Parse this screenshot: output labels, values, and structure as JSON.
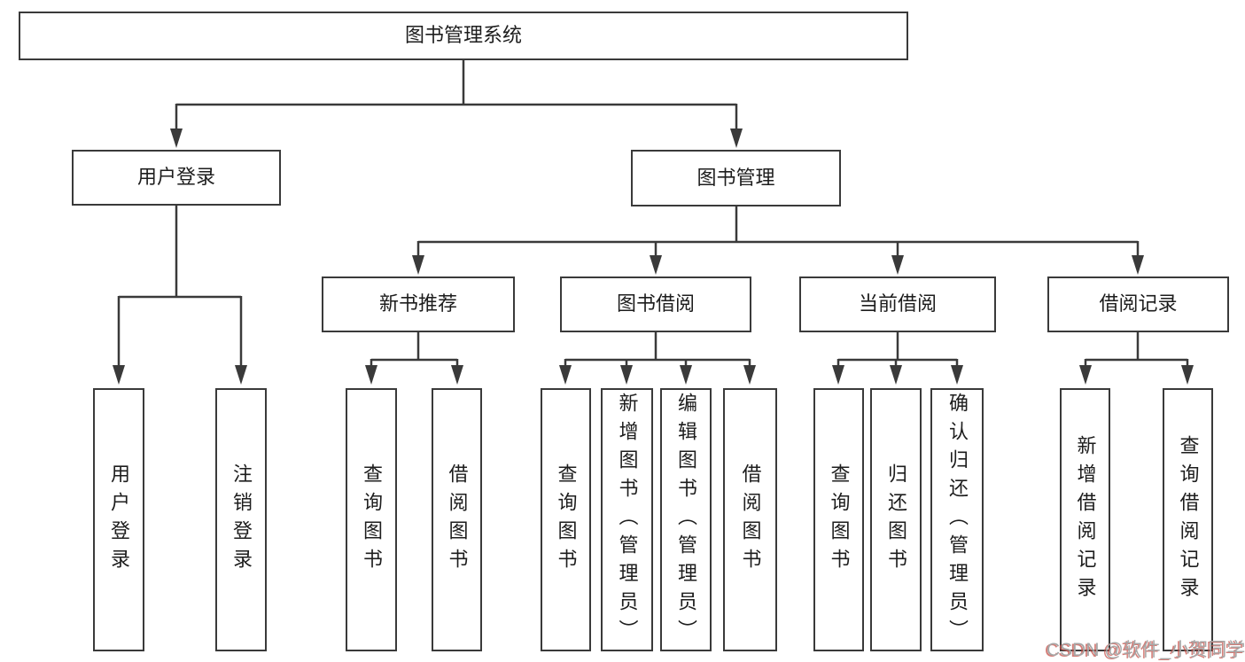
{
  "colors": {
    "line": "#3a3a3a",
    "text": "#1d1d1d",
    "background": "#ffffff",
    "watermark_gray": "#a6a6a6",
    "watermark_red": "#c5514a"
  },
  "watermark": {
    "text": "CSDN @软件_小贺同学"
  },
  "diagram": {
    "type": "hierarchy-tree",
    "root": {
      "id": "library-system",
      "label": "图书管理系统"
    },
    "branches": [
      {
        "id": "user-login",
        "label": "用户登录",
        "parent": "library-system"
      },
      {
        "id": "book-management",
        "label": "图书管理",
        "parent": "library-system"
      }
    ],
    "modules": [
      {
        "id": "new-book-recommend",
        "label": "新书推荐",
        "parent": "book-management"
      },
      {
        "id": "book-borrow",
        "label": "图书借阅",
        "parent": "book-management"
      },
      {
        "id": "current-borrow",
        "label": "当前借阅",
        "parent": "book-management"
      },
      {
        "id": "borrow-records",
        "label": "借阅记录",
        "parent": "book-management"
      }
    ],
    "leaves": [
      {
        "id": "user-login-action",
        "label": "用户登录",
        "parent": "user-login"
      },
      {
        "id": "logout-action",
        "label": "注销登录",
        "parent": "user-login"
      },
      {
        "id": "query-books-1",
        "label": "查询图书",
        "parent": "new-book-recommend"
      },
      {
        "id": "borrow-books-1",
        "label": "借阅图书",
        "parent": "new-book-recommend"
      },
      {
        "id": "query-books-2",
        "label": "查询图书",
        "parent": "book-borrow"
      },
      {
        "id": "add-books-admin",
        "label": "新增图书（管理员）",
        "parent": "book-borrow"
      },
      {
        "id": "edit-books-admin",
        "label": "编辑图书（管理员）",
        "parent": "book-borrow"
      },
      {
        "id": "borrow-books-2",
        "label": "借阅图书",
        "parent": "book-borrow"
      },
      {
        "id": "query-books-3",
        "label": "查询图书",
        "parent": "current-borrow"
      },
      {
        "id": "return-books",
        "label": "归还图书",
        "parent": "current-borrow"
      },
      {
        "id": "confirm-return-admin",
        "label": "确认归还（管理员）",
        "parent": "current-borrow"
      },
      {
        "id": "add-borrow-record",
        "label": "新增借阅记录",
        "parent": "borrow-records"
      },
      {
        "id": "query-borrow-record",
        "label": "查询借阅记录",
        "parent": "borrow-records"
      }
    ]
  }
}
